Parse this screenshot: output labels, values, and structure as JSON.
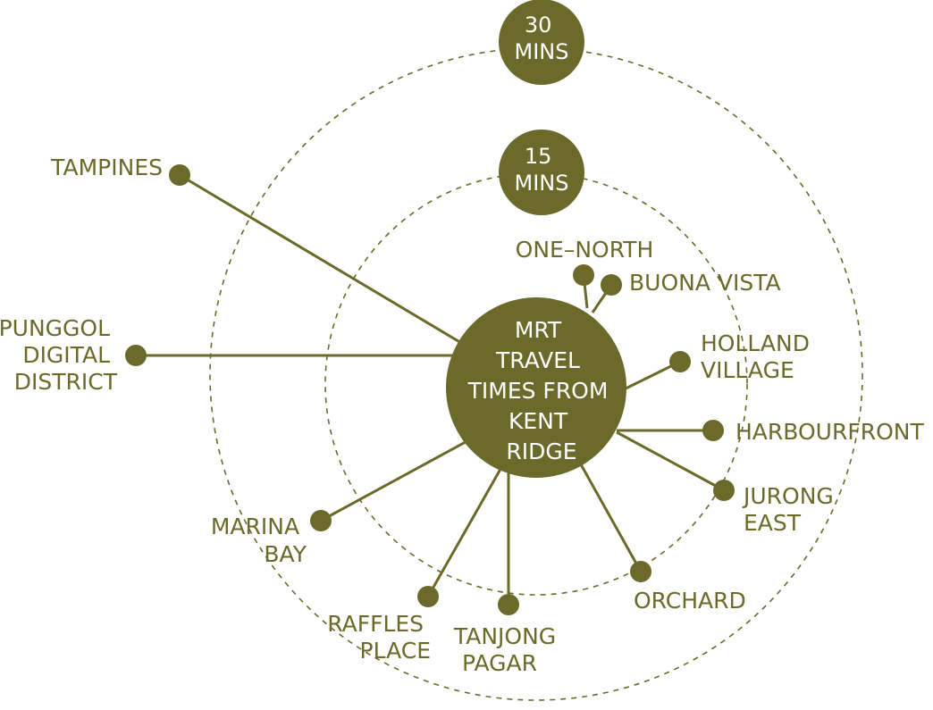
{
  "colors": {
    "olive": "#6b6a2a",
    "text_on_dark": "#ffffff"
  },
  "center": {
    "lines": [
      "MRT",
      "TRAVEL",
      "TIMES FROM",
      "KENT",
      "RIDGE"
    ]
  },
  "rings": [
    {
      "id": "ring-15",
      "lines": [
        "15",
        "MINS"
      ]
    },
    {
      "id": "ring-30",
      "lines": [
        "30",
        "MINS"
      ]
    }
  ],
  "stations": [
    {
      "id": "tampines",
      "lines": [
        "TAMPINES"
      ]
    },
    {
      "id": "punggol",
      "lines": [
        "PUNGGOL",
        "DIGITAL",
        "DISTRICT"
      ]
    },
    {
      "id": "one-north",
      "lines": [
        "ONE–NORTH"
      ]
    },
    {
      "id": "buona-vista",
      "lines": [
        "BUONA VISTA"
      ]
    },
    {
      "id": "holland-village",
      "lines": [
        "HOLLAND",
        "VILLAGE"
      ]
    },
    {
      "id": "harbourfront",
      "lines": [
        "HARBOURFRONT"
      ]
    },
    {
      "id": "jurong-east",
      "lines": [
        "JURONG",
        "EAST"
      ]
    },
    {
      "id": "orchard",
      "lines": [
        "ORCHARD"
      ]
    },
    {
      "id": "tanjong-pagar",
      "lines": [
        "TANJONG",
        "PAGAR"
      ]
    },
    {
      "id": "raffles-place",
      "lines": [
        "RAFFLES",
        "PLACE"
      ]
    },
    {
      "id": "marina-bay",
      "lines": [
        "MARINA",
        "BAY"
      ]
    }
  ]
}
